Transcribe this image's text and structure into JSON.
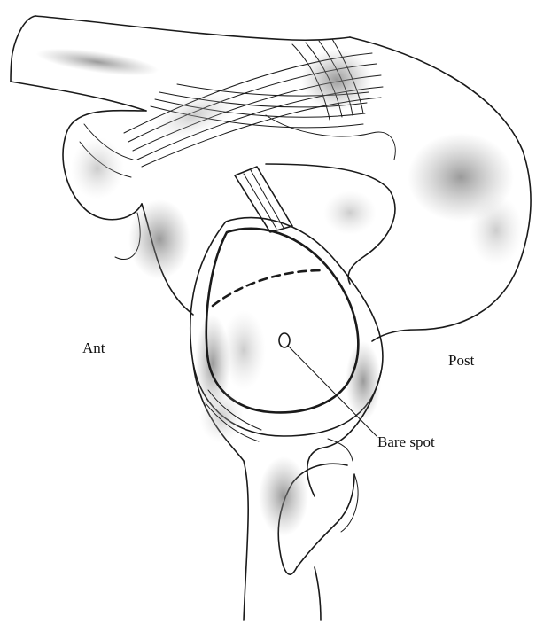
{
  "labels": {
    "anterior": "Ant",
    "posterior": "Post",
    "bare_spot": "Bare spot"
  },
  "colors": {
    "ink": "#1a1a1a",
    "background": "#ffffff"
  }
}
